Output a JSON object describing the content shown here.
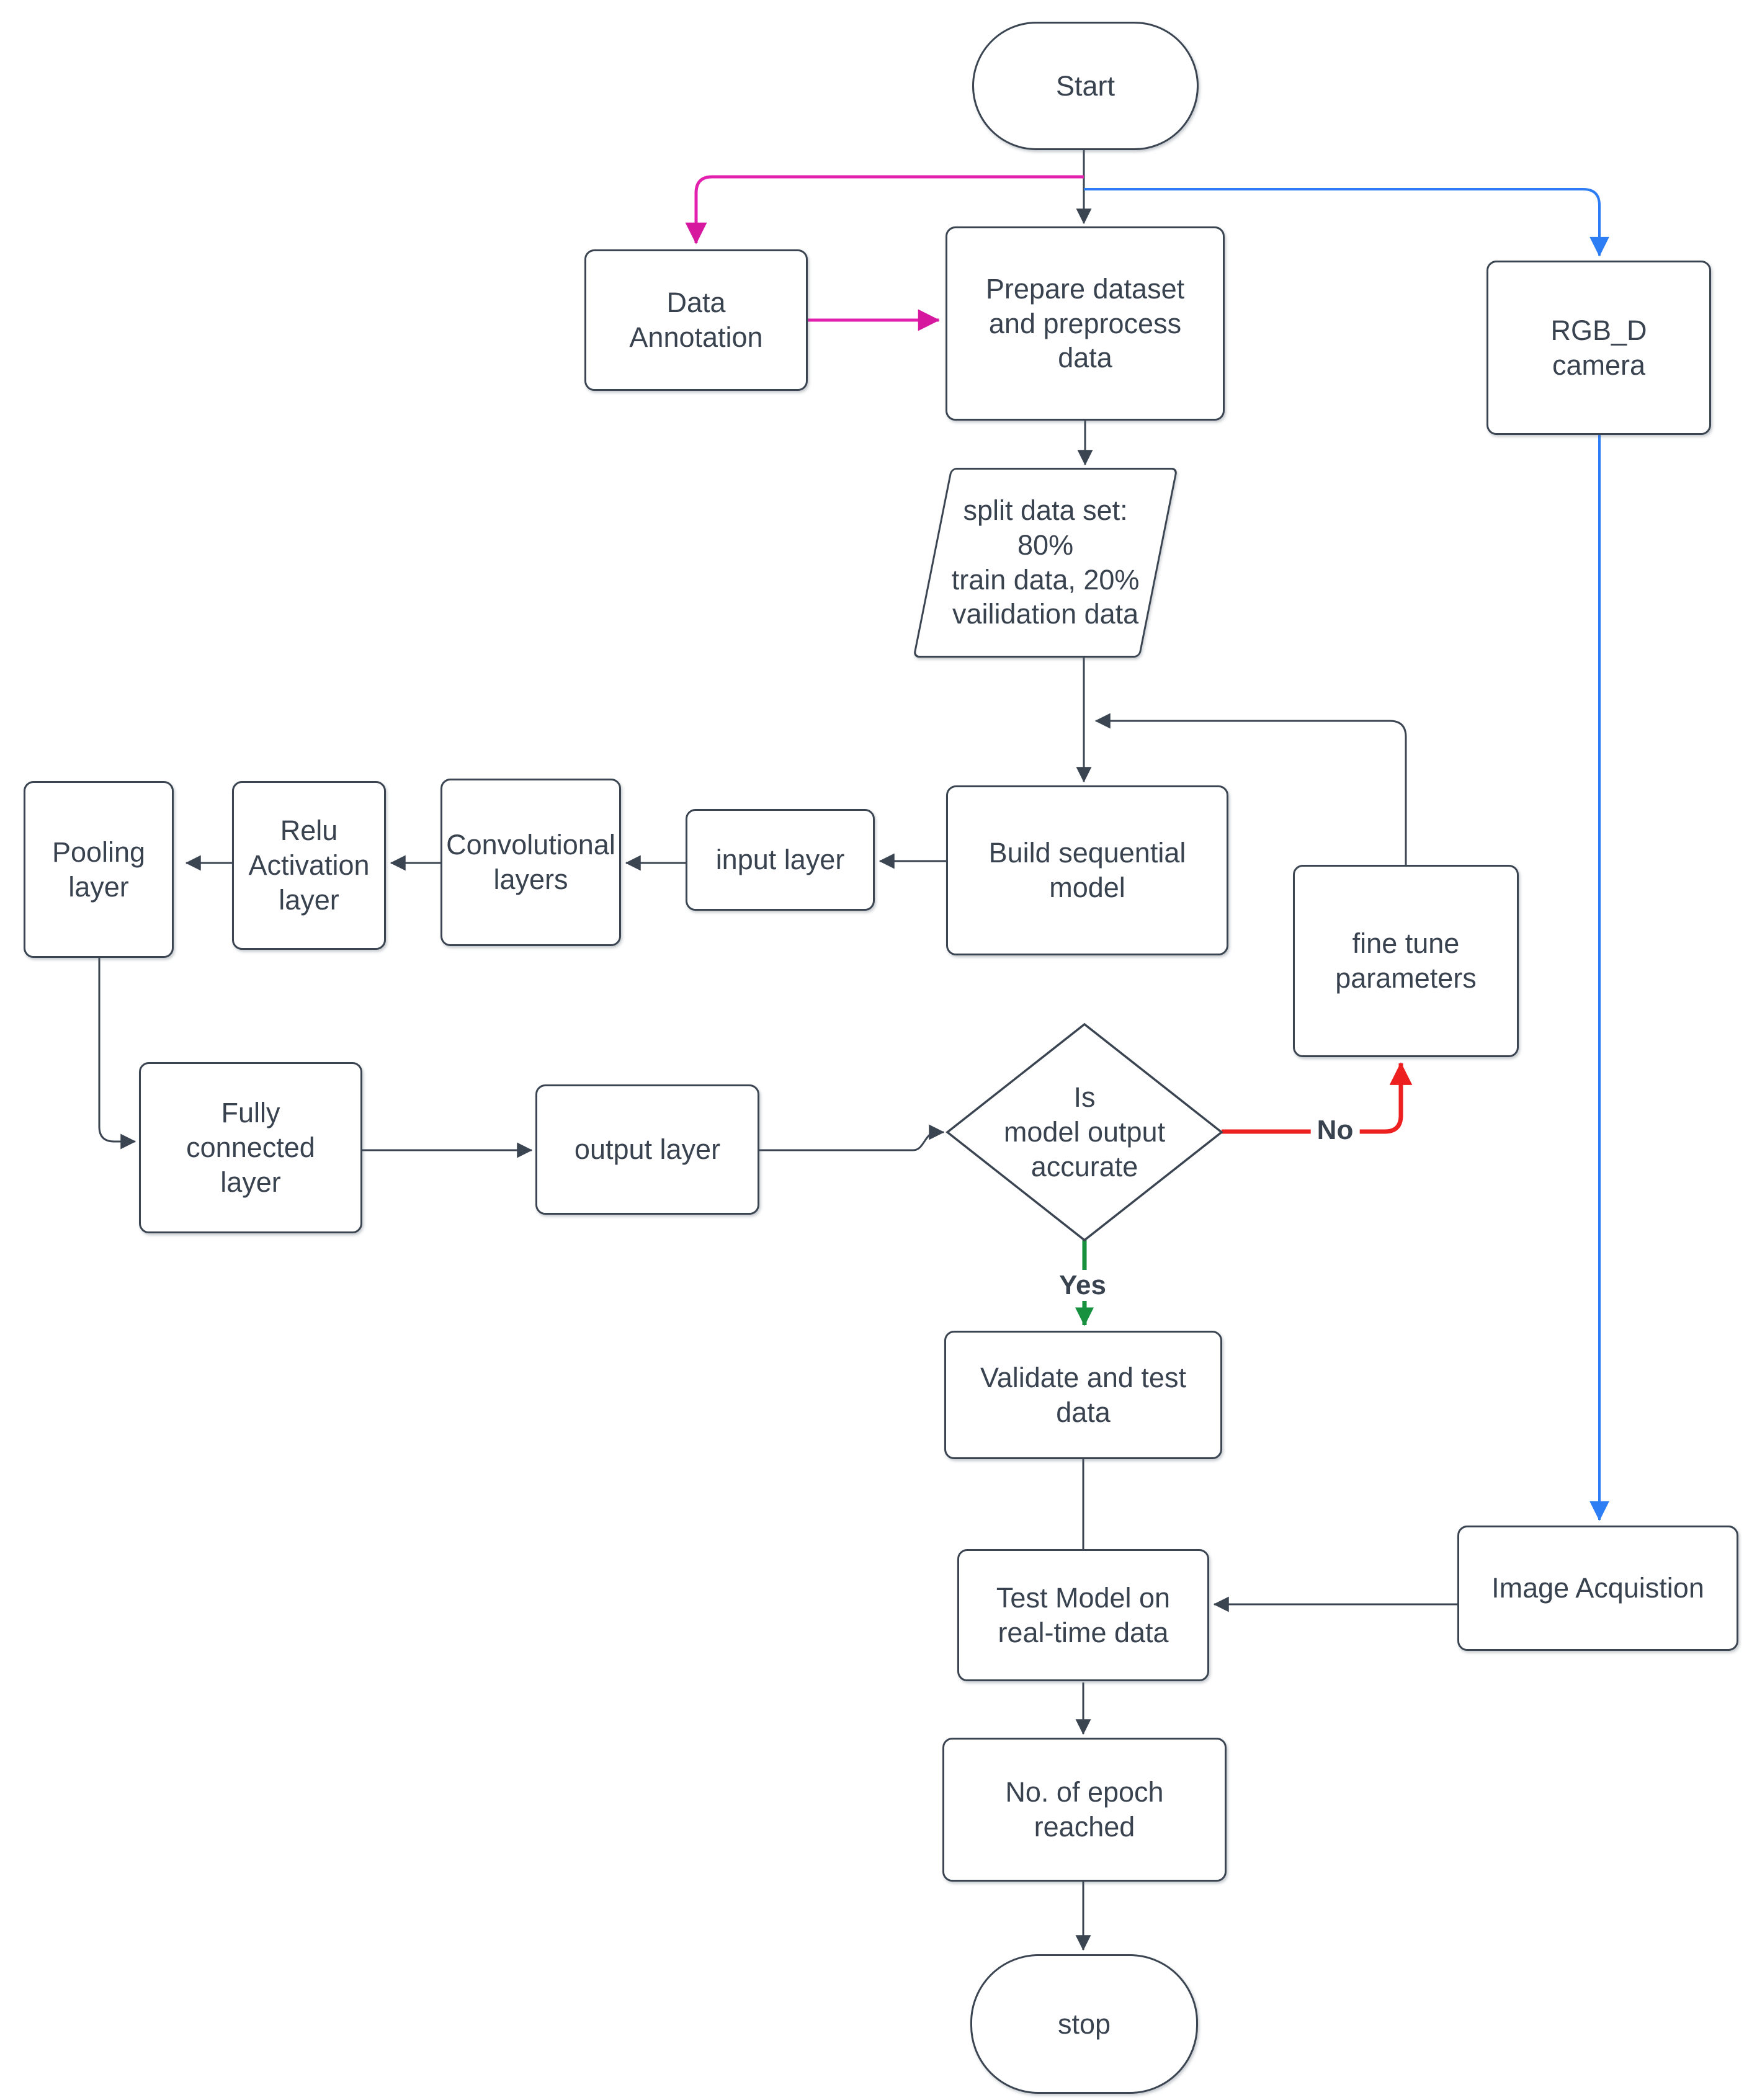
{
  "colors": {
    "node_border": "#3b4552",
    "node_text": "#39424f",
    "arrow_default": "#3b4552",
    "arrow_pink": "#e320ae",
    "arrow_blue": "#2d7df5",
    "arrow_red": "#ee1f1f",
    "arrow_green": "#18913f",
    "background": "#ffffff"
  },
  "nodes": {
    "start": {
      "label": "Start",
      "shape": "stadium"
    },
    "data_annotation": {
      "label": "Data\nAnnotation",
      "shape": "rect"
    },
    "prepare_dataset": {
      "label": "Prepare dataset\nand preprocess\ndata",
      "shape": "rect"
    },
    "rgbd_camera": {
      "label": "RGB_D\ncamera",
      "shape": "rect"
    },
    "split_dataset": {
      "label": "split data set: 80%\ntrain data, 20%\nvailidation data",
      "shape": "parallelogram"
    },
    "build_sequential": {
      "label": "Build sequential\nmodel",
      "shape": "rect"
    },
    "input_layer": {
      "label": "input layer",
      "shape": "rect"
    },
    "conv_layers": {
      "label": "Convolutional\nlayers",
      "shape": "rect"
    },
    "relu_layer": {
      "label": "Relu\nActivation\nlayer",
      "shape": "rect"
    },
    "pooling_layer": {
      "label": "Pooling\nlayer",
      "shape": "rect"
    },
    "fully_connected": {
      "label": "Fully\nconnected\nlayer",
      "shape": "rect"
    },
    "output_layer": {
      "label": "output layer",
      "shape": "rect"
    },
    "decision": {
      "label": "Is\nmodel output\naccurate",
      "shape": "diamond"
    },
    "fine_tune": {
      "label": "fine tune\nparameters",
      "shape": "rect"
    },
    "validate_test": {
      "label": "Validate and test\ndata",
      "shape": "rect"
    },
    "test_model": {
      "label": "Test Model on\nreal-time data",
      "shape": "rect"
    },
    "image_acquisition": {
      "label": "Image Acquistion",
      "shape": "rect"
    },
    "epoch_reached": {
      "label": "No. of epoch\nreached",
      "shape": "rect"
    },
    "stop": {
      "label": "stop",
      "shape": "stadium"
    }
  },
  "edge_labels": {
    "yes": "Yes",
    "no": "No"
  },
  "edges": [
    {
      "from": "start",
      "to": "prepare_dataset",
      "color": "default"
    },
    {
      "from": "start",
      "to": "data_annotation",
      "color": "pink"
    },
    {
      "from": "data_annotation",
      "to": "prepare_dataset",
      "color": "pink"
    },
    {
      "from": "start",
      "to": "rgbd_camera",
      "color": "blue"
    },
    {
      "from": "prepare_dataset",
      "to": "split_dataset",
      "color": "default"
    },
    {
      "from": "split_dataset",
      "to": "build_sequential",
      "color": "default"
    },
    {
      "from": "fine_tune",
      "to": "build_sequential",
      "color": "default"
    },
    {
      "from": "build_sequential",
      "to": "input_layer",
      "color": "default"
    },
    {
      "from": "input_layer",
      "to": "conv_layers",
      "color": "default"
    },
    {
      "from": "conv_layers",
      "to": "relu_layer",
      "color": "default"
    },
    {
      "from": "relu_layer",
      "to": "pooling_layer",
      "color": "default"
    },
    {
      "from": "pooling_layer",
      "to": "fully_connected",
      "color": "default"
    },
    {
      "from": "fully_connected",
      "to": "output_layer",
      "color": "default"
    },
    {
      "from": "output_layer",
      "to": "decision",
      "color": "default"
    },
    {
      "from": "decision",
      "to": "fine_tune",
      "color": "red",
      "label": "No"
    },
    {
      "from": "decision",
      "to": "validate_test",
      "color": "green",
      "label": "Yes"
    },
    {
      "from": "validate_test",
      "to": "test_model",
      "color": "default"
    },
    {
      "from": "rgbd_camera",
      "to": "image_acquisition",
      "color": "blue"
    },
    {
      "from": "image_acquisition",
      "to": "test_model",
      "color": "default"
    },
    {
      "from": "test_model",
      "to": "epoch_reached",
      "color": "default"
    },
    {
      "from": "epoch_reached",
      "to": "stop",
      "color": "default"
    }
  ]
}
